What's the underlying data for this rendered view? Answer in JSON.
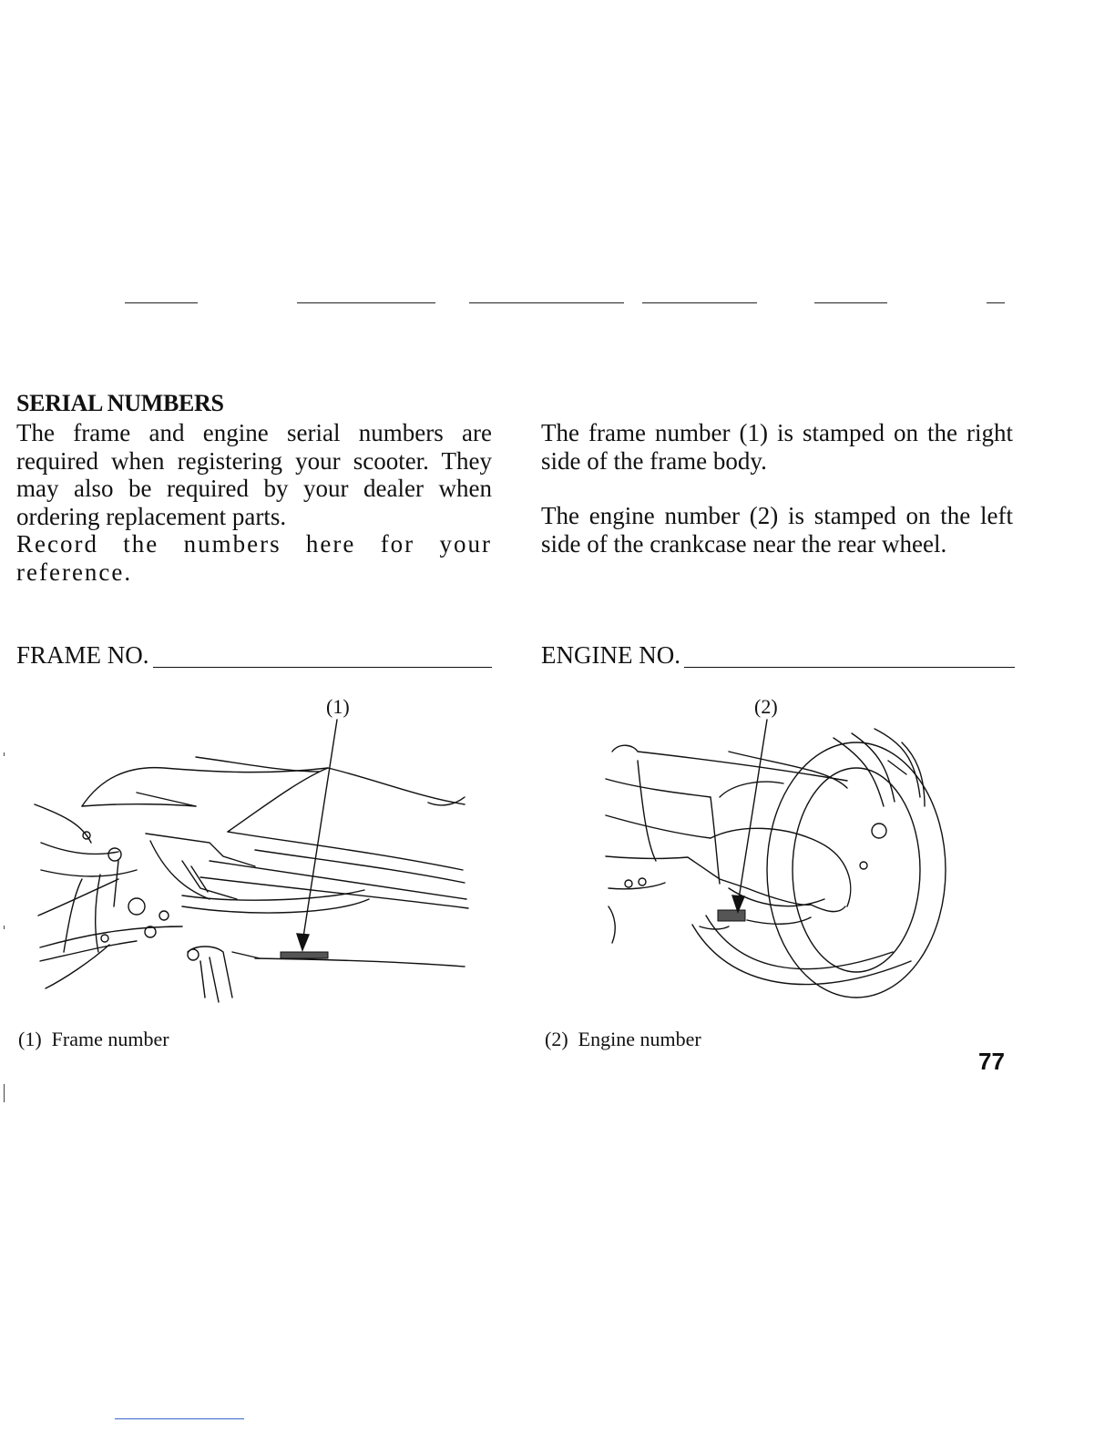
{
  "heading": "SERIAL NUMBERS",
  "left_column": {
    "paragraph_1": "The frame and engine serial numbers are required when registering your scooter. They may also be required by your dealer when ordering replacement parts.",
    "paragraph_2": "Record the numbers here for your reference.",
    "field_label": "FRAME NO."
  },
  "right_column": {
    "paragraph_1": "The frame number (1) is stamped on the right side of the frame body.",
    "paragraph_2": "The engine number (2) is stamped on the left side of the crankcase near the rear wheel.",
    "field_label": "ENGINE NO."
  },
  "figures": {
    "frame": {
      "callout": "(1)",
      "caption": "(1)  Frame number"
    },
    "engine": {
      "callout": "(2)",
      "caption": "(2)  Engine number"
    }
  },
  "page_number": "77"
}
